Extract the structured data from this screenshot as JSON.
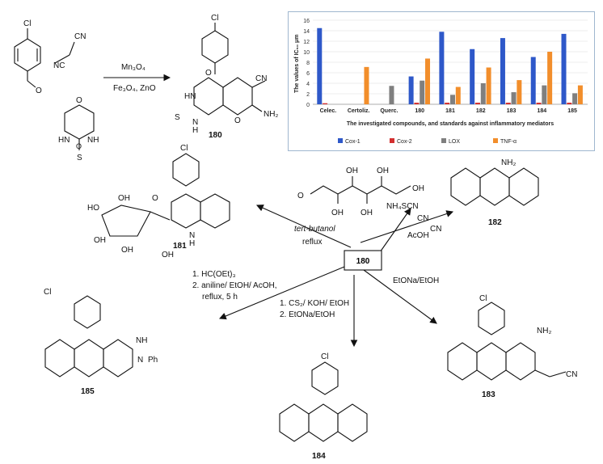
{
  "scheme": {
    "reagents_top": [
      "Mn₃O₄",
      "Fe₃O₄, ZnO"
    ],
    "reaction_182": [
      "NH₄SCN",
      "AcOH"
    ],
    "reaction_181": [
      "tert-butanol",
      "reflux"
    ],
    "reaction_185": [
      "1. HC(OEt)₃",
      "2. aniline/ EtOH/ AcOH,",
      "reflux, 5 h"
    ],
    "reaction_184": [
      "1. CS₂/ KOH/ EtOH",
      "2. EtONa/EtOH"
    ],
    "reaction_183": [
      "EtONa/EtOH"
    ],
    "center_compound": "180",
    "compounds": [
      "180",
      "181",
      "182",
      "183",
      "184",
      "185"
    ]
  },
  "chart_data": {
    "type": "bar",
    "categories": [
      "Celec.",
      "Certoliz.",
      "Querc.",
      "180",
      "181",
      "182",
      "183",
      "184",
      "185"
    ],
    "series": [
      {
        "name": "Cox-1",
        "color": "#2e58c9",
        "values": [
          14.5,
          0,
          0,
          5.3,
          13.8,
          10.5,
          12.6,
          9.0,
          13.4
        ]
      },
      {
        "name": "Cox-2",
        "color": "#d32f2f",
        "values": [
          0.2,
          0,
          0,
          0.3,
          0.3,
          0.3,
          0.3,
          0.3,
          0.3
        ]
      },
      {
        "name": "LOX",
        "color": "#7f7f7f",
        "values": [
          0,
          0,
          3.5,
          4.5,
          1.8,
          4.0,
          2.3,
          3.6,
          2.1
        ]
      },
      {
        "name": "TNF-α",
        "color": "#f28e2b",
        "values": [
          0,
          7.1,
          0,
          8.7,
          3.3,
          7.0,
          4.6,
          10.0,
          3.6
        ]
      }
    ],
    "ylabel": "The values of IC₅₀ μm",
    "xlabel": "The investigated compounds, and standards against inflammatory mediators",
    "ylim": [
      0,
      16
    ],
    "yticks": [
      0,
      2,
      4,
      6,
      8,
      10,
      12,
      14,
      16
    ],
    "legend_position": "bottom"
  }
}
